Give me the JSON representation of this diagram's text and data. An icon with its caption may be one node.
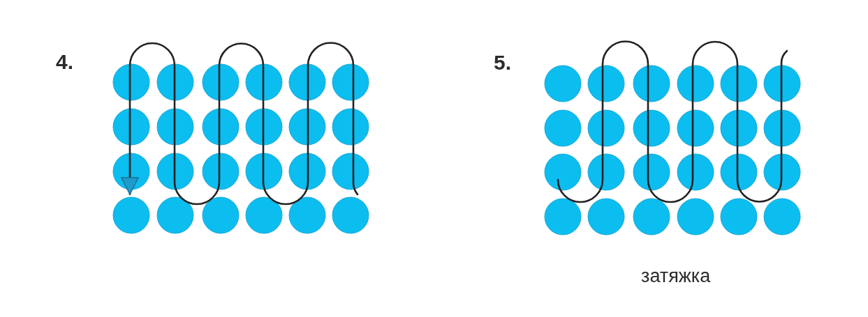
{
  "diagram": {
    "labels": [
      "4.",
      "5.",
      "затяжка"
    ]
  }
}
